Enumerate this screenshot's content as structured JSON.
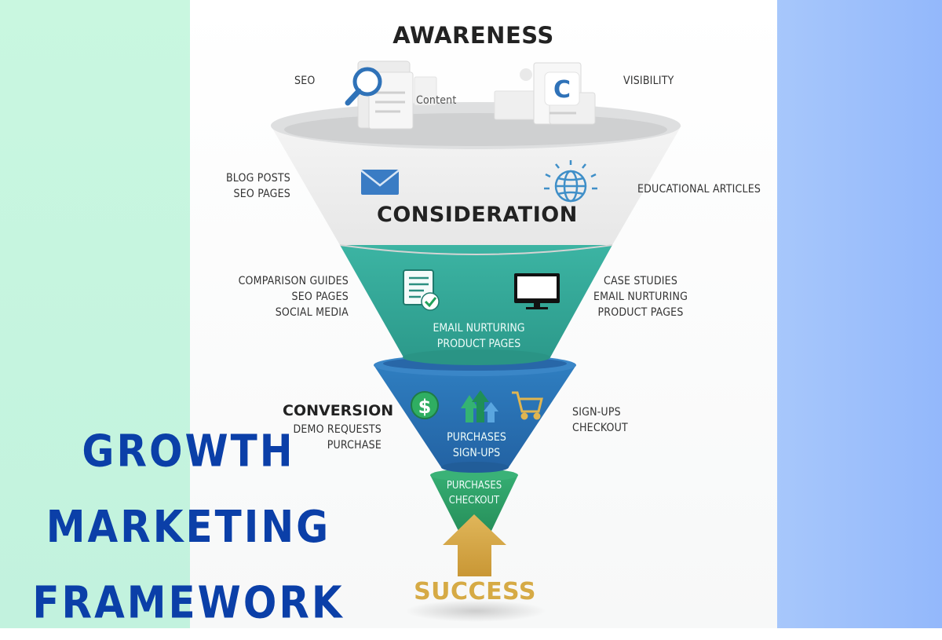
{
  "colors": {
    "left_bg": "#c9f7e0",
    "right_bg": "#96b9fb",
    "awareness_rim": "#dedfe0",
    "consideration_band": "#ededed",
    "teal_stage": "#35aa9a",
    "blue_stage": "#2a72b5",
    "green_stage": "#2f9f67",
    "success_gold": "#d3a64a",
    "title_blue": "#0b3fa8"
  },
  "awareness": {
    "title": "AWARENESS",
    "left_label": "SEO",
    "center_label": "Content",
    "right_label": "VISIBILITY"
  },
  "consideration": {
    "title": "CONSIDERATION",
    "left_labels": [
      "BLOG POSTS",
      "SEO PAGES"
    ],
    "right_labels": [
      "EDUCATIONAL ARTICLES"
    ]
  },
  "evaluation": {
    "left_labels": [
      "COMPARISON GUIDES",
      "SEO PAGES",
      "SOCIAL MEDIA"
    ],
    "right_labels": [
      "CASE STUDIES",
      "EMAIL NURTURING",
      "PRODUCT PAGES"
    ],
    "inner_labels": [
      "EMAIL NURTURING",
      "PRODUCT PAGES"
    ]
  },
  "conversion": {
    "title": "CONVERSION",
    "left_labels": [
      "DEMO REQUESTS",
      "PURCHASE"
    ],
    "right_labels": [
      "SIGN-UPS",
      "CHECKOUT"
    ],
    "inner_labels": [
      "PURCHASES",
      "SIGN-UPS"
    ]
  },
  "retention": {
    "inner_labels": [
      "PURCHASES",
      "CHECKOUT"
    ]
  },
  "success_label": "SUCCESS",
  "banner_title": [
    "GROWTH",
    "MARKETING",
    "FRAMEWORK"
  ],
  "icons": [
    "magnifier-document-icon",
    "content-document-icon",
    "c-document-icon",
    "envelope-icon",
    "globe-icon",
    "checklist-icon",
    "monitor-icon",
    "dollar-coin-icon",
    "growth-arrows-icon",
    "shopping-cart-icon",
    "up-arrow-icon"
  ]
}
